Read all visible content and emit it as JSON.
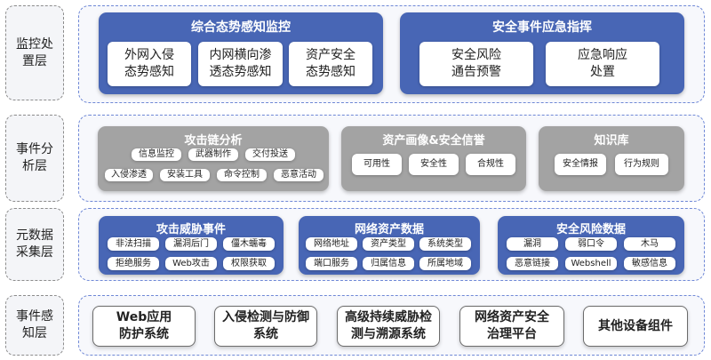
{
  "layers": {
    "monitor": "监控处\n置层",
    "event_analysis": "事件分\n析层",
    "metadata": "元数据\n采集层",
    "perception": "事件感\n知层"
  },
  "monitor": {
    "situation": {
      "title": "综合态势感知监控",
      "items": [
        "外网入侵\n态势感知",
        "内网横向渗\n透态势感知",
        "资产安全\n态势感知"
      ]
    },
    "response": {
      "title": "安全事件应急指挥",
      "items": [
        "安全风险\n通告预警",
        "应急响应\n处置"
      ]
    }
  },
  "analysis": {
    "attack_chain": {
      "title": "攻击链分析",
      "row1": [
        "信息监控",
        "武器制作",
        "交付投送"
      ],
      "row2": [
        "入侵渗透",
        "安装工具",
        "命令控制",
        "恶意活动"
      ]
    },
    "asset_profile": {
      "title": "资产画像&安全信誉",
      "items": [
        "可用性",
        "安全性",
        "合规性"
      ]
    },
    "knowledge": {
      "title": "知识库",
      "items": [
        "安全情报",
        "行为规则"
      ]
    }
  },
  "collection": {
    "threat": {
      "title": "攻击威胁事件",
      "row1": [
        "非法扫描",
        "漏洞后门",
        "僵木蠕毒"
      ],
      "row2": [
        "拒绝服务",
        "Web攻击",
        "权限获取"
      ]
    },
    "network": {
      "title": "网络资产数据",
      "row1": [
        "网络地址",
        "资产类型",
        "系统类型"
      ],
      "row2": [
        "端口服务",
        "归属信息",
        "所属地域"
      ]
    },
    "risk": {
      "title": "安全风险数据",
      "row1": [
        "漏洞",
        "弱口令",
        "木马"
      ],
      "row2": [
        "恶意链接",
        "Webshell",
        "敏感信息"
      ]
    }
  },
  "sources": [
    "Web应用\n防护系统",
    "入侵检测与防御\n系统",
    "高级持续威胁检\n测与溯源系统",
    "网络资产安全\n治理平台",
    "其他设备组件"
  ]
}
